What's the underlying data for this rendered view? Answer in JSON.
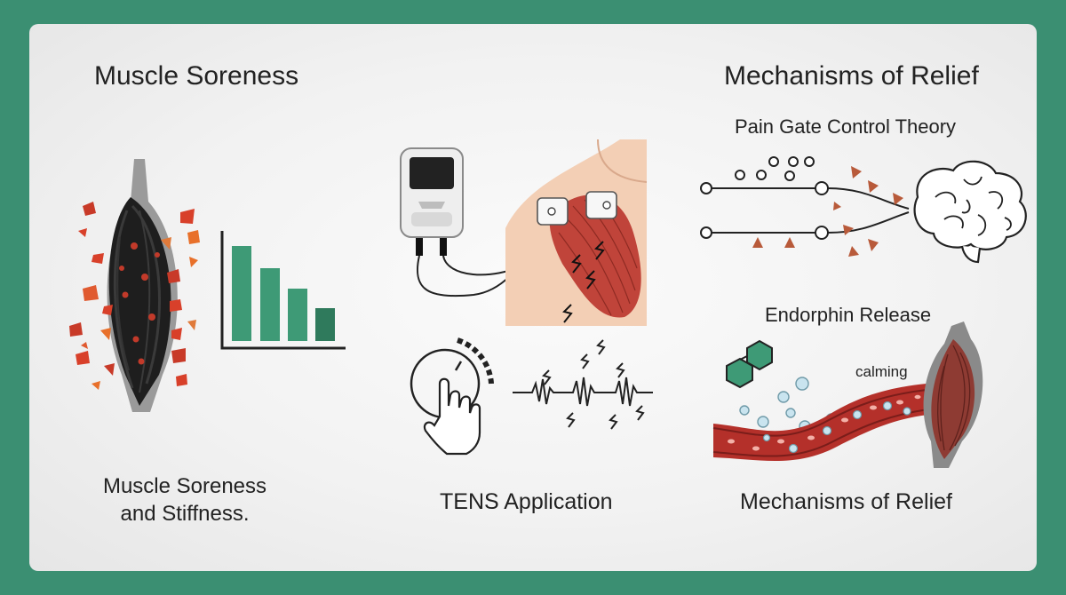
{
  "left": {
    "heading": "Muscle Soreness",
    "caption": "Muscle Soreness and Stiffness."
  },
  "center": {
    "caption": "TENS Application"
  },
  "right": {
    "heading": "Mechanisms of Relief",
    "gate_label": "Pain Gate Control Theory",
    "endorphin_label": "Endorphin Release",
    "calming_label": "calming",
    "caption": "Mechanisms of Relief"
  },
  "colors": {
    "frame": "#3b8f72",
    "bar_green": "#3e9a76",
    "muscle_red": "#c0443a",
    "particle_red": "#d8402a",
    "particle_orange": "#e8702a"
  }
}
